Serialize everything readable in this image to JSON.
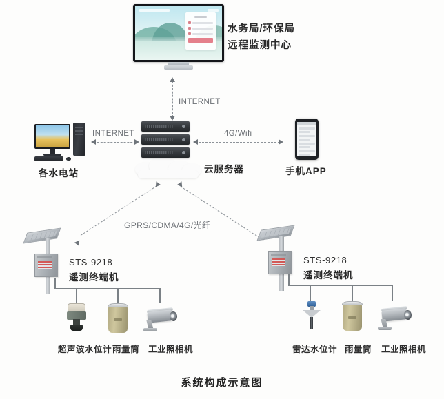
{
  "diagram": {
    "title": "系统构成示意图",
    "background": "#fdfdfc"
  },
  "top_center": {
    "heading_line1": "水务局/环保局",
    "heading_line2": "远程监测中心",
    "device_icon": "desktop-monitor-icon"
  },
  "nodes": {
    "workstation": {
      "label": "各水电站",
      "icon": "desktop-computer-icon"
    },
    "cloud_server": {
      "label": "云服务器",
      "icon": "server-stack-cloud-icon"
    },
    "mobile_app": {
      "label": "手机APP",
      "icon": "smartphone-icon"
    }
  },
  "links": {
    "monitor_to_server": "INTERNET",
    "workstation_to_server": "INTERNET",
    "server_to_phone": "4G/Wifi",
    "stations_to_cloud": "GPRS/CDMA/4G/光纤"
  },
  "stations": [
    {
      "model": "STS-9218",
      "name": "遥测终端机",
      "icon": "solar-pole-cabinet-icon",
      "sensors": [
        {
          "label": "超声波水位计",
          "icon": "ultrasonic-level-sensor-icon"
        },
        {
          "label": "雨量筒",
          "icon": "rain-gauge-icon"
        },
        {
          "label": "工业照相机",
          "icon": "industrial-camera-icon"
        }
      ]
    },
    {
      "model": "STS-9218",
      "name": "遥测终端机",
      "icon": "solar-pole-cabinet-icon",
      "sensors": [
        {
          "label": "雷达水位计",
          "icon": "radar-level-sensor-icon"
        },
        {
          "label": "雨量筒",
          "icon": "rain-gauge-icon"
        },
        {
          "label": "工业照相机",
          "icon": "industrial-camera-icon"
        }
      ]
    }
  ],
  "colors": {
    "text": "#2a2a2a",
    "link_label": "#6b6f74",
    "dashed_line": "#8d9399",
    "solid_line": "#7b8186",
    "accent_red": "#d94a46"
  }
}
